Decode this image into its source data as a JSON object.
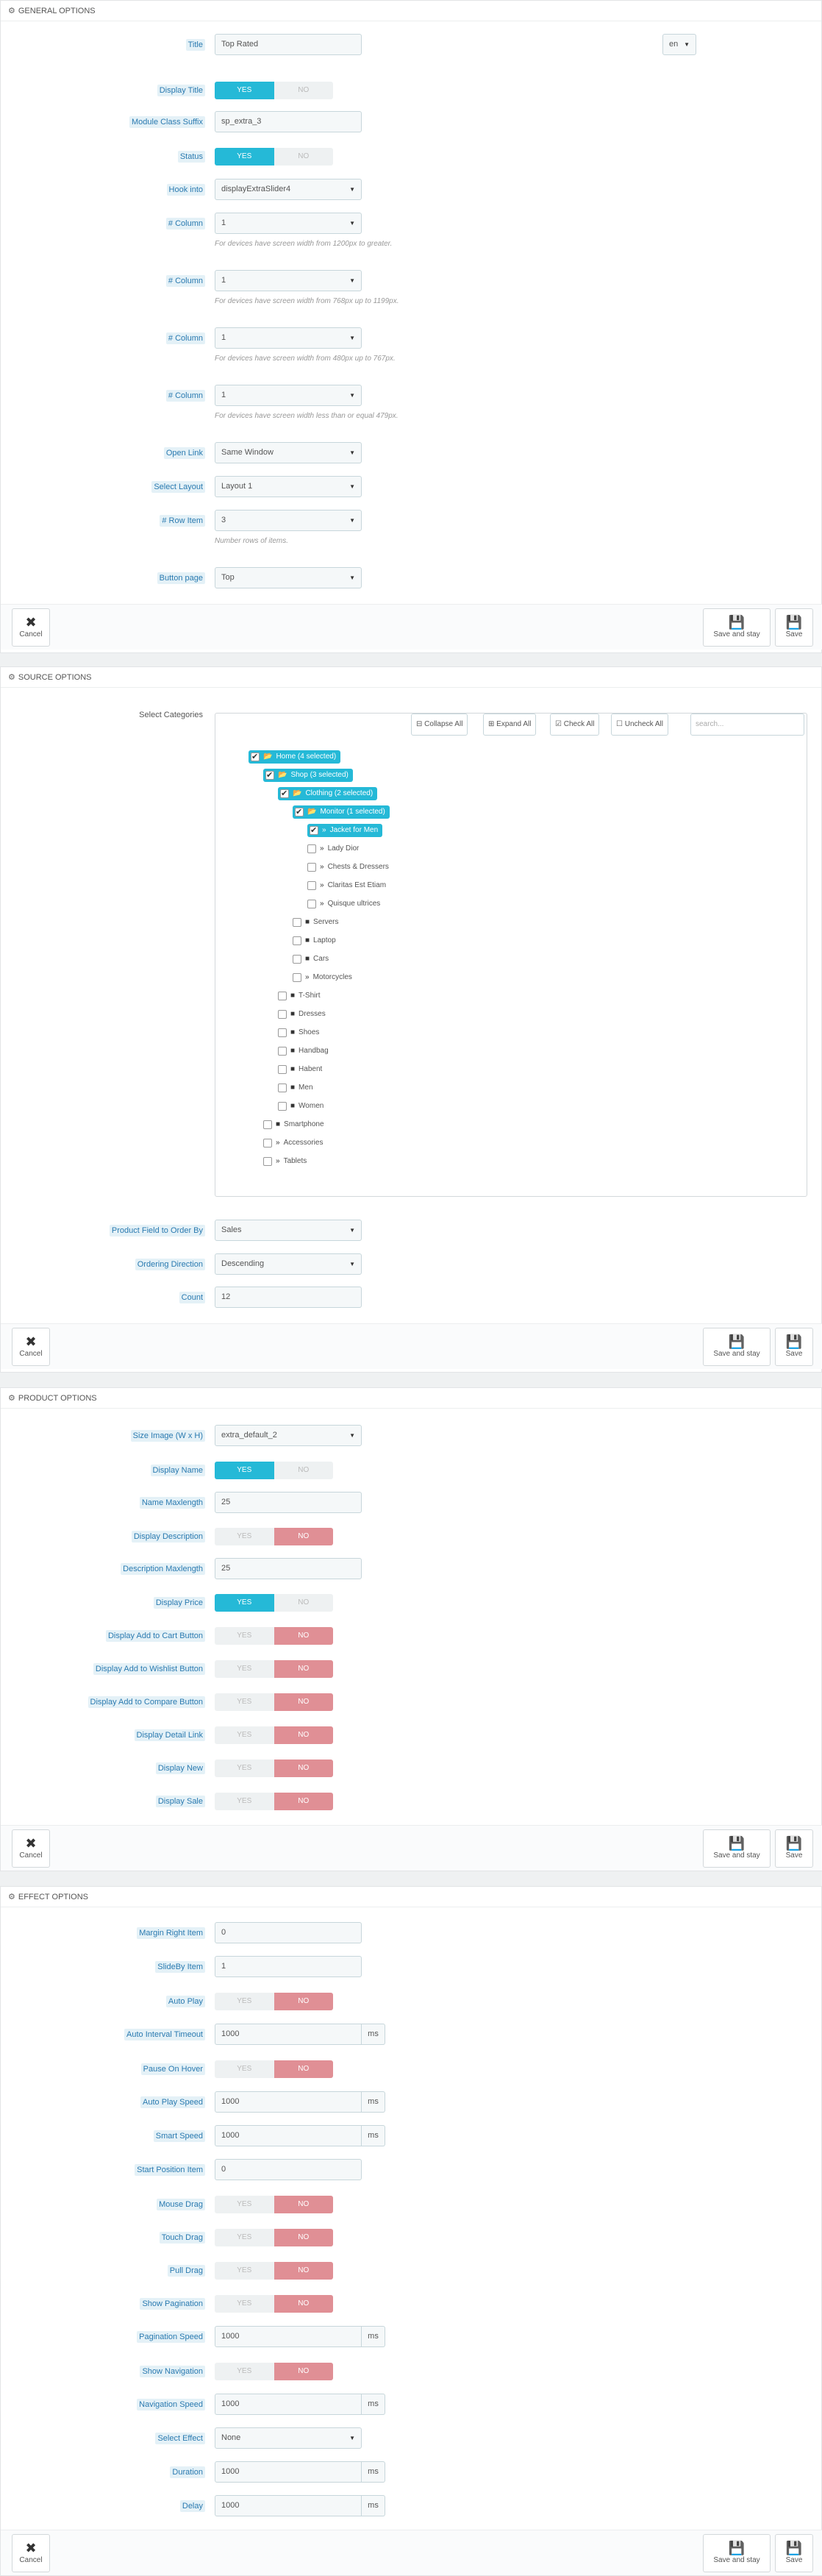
{
  "colors": {
    "accent": "#25b9d7",
    "no": "#e08f95",
    "label_bg": "#e4f1f7"
  },
  "common": {
    "yes": "YES",
    "no": "NO",
    "cancel": "Cancel",
    "save_stay": "Save and stay",
    "save": "Save",
    "ms": "ms"
  },
  "general": {
    "header": "GENERAL OPTIONS",
    "title_label": "Title",
    "title_value": "Top Rated",
    "lang": "en",
    "display_title": "Display Title",
    "suffix_label": "Module Class Suffix",
    "suffix_value": "sp_extra_3",
    "status_label": "Status",
    "hook_label": "Hook into",
    "hook_value": "displayExtraSlider4",
    "column_label": "# Column",
    "column_value": "1",
    "help1": "For devices have screen width from 1200px to greater.",
    "help2": "For devices have screen width from 768px up to 1199px.",
    "help3": "For devices have screen width from 480px up to 767px.",
    "help4": "For devices have screen width less than or equal 479px.",
    "open_link_label": "Open Link",
    "open_link_value": "Same Window",
    "layout_label": "Select Layout",
    "layout_value": "Layout 1",
    "row_label": "# Row Item",
    "row_value": "3",
    "row_help": "Number rows of items.",
    "button_page_label": "Button page",
    "button_page_value": "Top"
  },
  "source": {
    "header": "SOURCE OPTIONS",
    "categories_label": "Select Categories",
    "collapse": "Collapse All",
    "expand": "Expand All",
    "check": "Check All",
    "uncheck": "Uncheck All",
    "search_placeholder": "search...",
    "tree": [
      "Home (4 selected)",
      "Shop (3 selected)",
      "Clothing (2 selected)",
      "Monitor (1 selected)",
      "Jacket for Men",
      "Lady Dior",
      "Chests & Dressers",
      "Claritas Est Etiam",
      "Quisque ultrices",
      "Servers",
      "Laptop",
      "Cars",
      "Motorcycles",
      "T-Shirt",
      "Dresses",
      "Shoes",
      "Handbag",
      "Habent",
      "Men",
      "Women",
      "Smartphone",
      "Accessories",
      "Tablets"
    ],
    "order_by_label": "Product Field to Order By",
    "order_by_value": "Sales",
    "direction_label": "Ordering Direction",
    "direction_value": "Descending",
    "count_label": "Count",
    "count_value": "12"
  },
  "product": {
    "header": "PRODUCT OPTIONS",
    "size_label": "Size Image (W x H)",
    "size_value": "extra_default_2",
    "display_name": "Display Name",
    "name_max_label": "Name Maxlength",
    "name_max_value": "25",
    "display_desc": "Display Description",
    "desc_max_label": "Description Maxlength",
    "desc_max_value": "25",
    "display_price": "Display Price",
    "cart": "Display Add to Cart Button",
    "wishlist": "Display Add to Wishlist Button",
    "compare": "Display Add to Compare Button",
    "detail": "Display Detail Link",
    "new": "Display New",
    "sale": "Display Sale"
  },
  "effect": {
    "header": "EFFECT OPTIONS",
    "margin_label": "Margin Right Item",
    "margin_value": "0",
    "slideby_label": "SlideBy Item",
    "slideby_value": "1",
    "autoplay": "Auto Play",
    "interval_label": "Auto Interval Timeout",
    "interval_value": "1000",
    "pause": "Pause On Hover",
    "autoplay_speed_label": "Auto Play Speed",
    "autoplay_speed_value": "1000",
    "smart_label": "Smart Speed",
    "smart_value": "1000",
    "start_label": "Start Position Item",
    "start_value": "0",
    "mouse": "Mouse Drag",
    "touch": "Touch Drag",
    "pull": "Pull Drag",
    "pagination": "Show Pagination",
    "pag_speed_label": "Pagination Speed",
    "pag_speed_value": "1000",
    "navigation": "Show Navigation",
    "nav_speed_label": "Navigation Speed",
    "nav_speed_value": "1000",
    "select_effect_label": "Select Effect",
    "select_effect_value": "None",
    "duration_label": "Duration",
    "duration_value": "1000",
    "delay_label": "Delay",
    "delay_value": "1000"
  }
}
